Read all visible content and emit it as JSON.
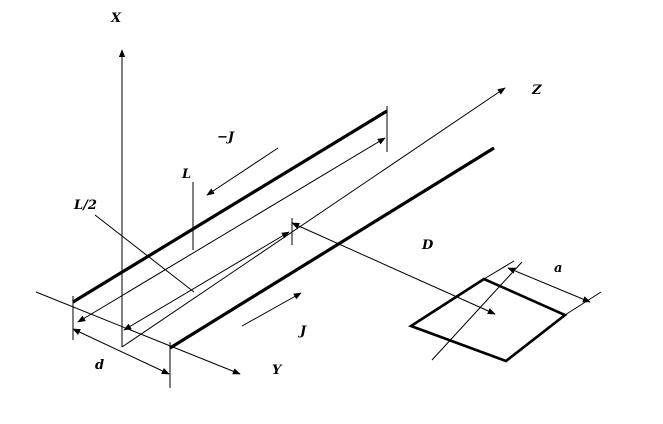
{
  "diagram": {
    "axes": {
      "x": "X",
      "y": "Y",
      "z": "Z"
    },
    "labels": {
      "current_neg": "−J",
      "current_pos": "J",
      "length": "L",
      "half_length": "L/2",
      "separation": "d",
      "distance": "D",
      "loop_side": "a"
    }
  }
}
